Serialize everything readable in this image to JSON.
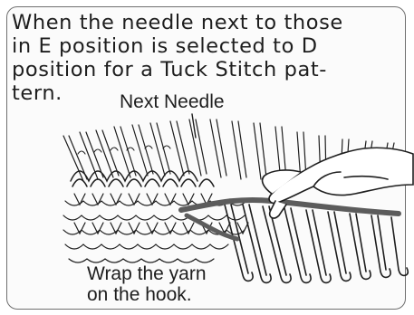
{
  "caption": {
    "lines": [
      "When the needle next to those",
      "in E position is selected to D",
      "position for a Tuck Stitch pat-",
      "tern."
    ]
  },
  "labels": {
    "next_needle": "Next Needle",
    "wrap_line_1": "Wrap the yarn",
    "wrap_line_2": "on the hook."
  },
  "colors": {
    "ink": "#1e1e1e",
    "frame": "#6f6f6f",
    "yarn": "#5c5c5c"
  }
}
